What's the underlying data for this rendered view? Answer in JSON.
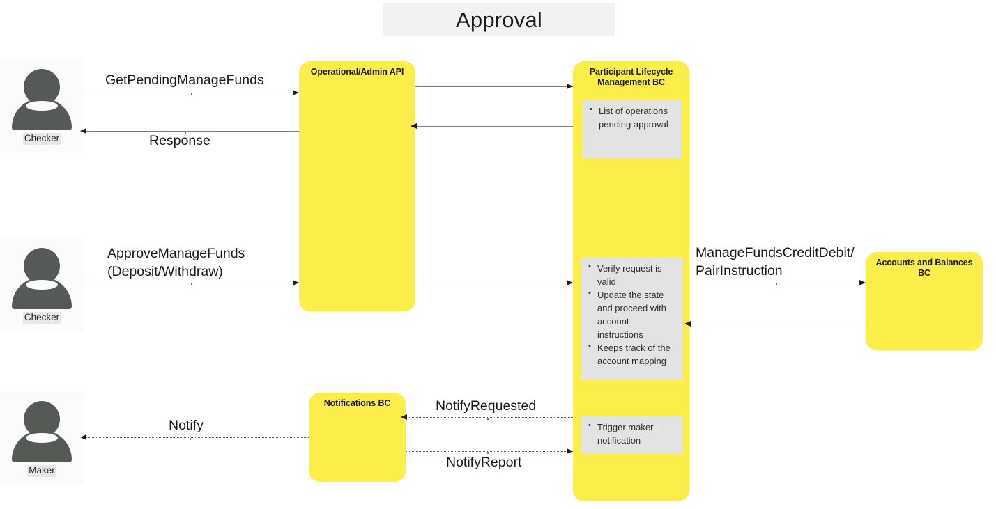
{
  "diagram": {
    "title": "Approval",
    "actors": [
      {
        "id": "checker-top",
        "label": "Checker"
      },
      {
        "id": "checker-mid",
        "label": "Checker"
      },
      {
        "id": "maker",
        "label": "Maker"
      }
    ],
    "components": [
      {
        "id": "operational-admin-api",
        "title": "Operational/Admin API"
      },
      {
        "id": "participant-lifecycle-management-bc",
        "title": "Participant Lifecycle\nManagement BC"
      },
      {
        "id": "notifications-bc",
        "title": "Notifications BC"
      },
      {
        "id": "accounts-and-balances-bc",
        "title": "Accounts and Balances\nBC"
      }
    ],
    "notes": [
      {
        "id": "note-pending-approval",
        "items": [
          "List of operations pending approval"
        ]
      },
      {
        "id": "note-verify-update",
        "items": [
          "Verify request is valid",
          "Update the state and proceed with account instructions",
          "Keeps track of the account mapping"
        ]
      },
      {
        "id": "note-trigger-maker",
        "items": [
          "Trigger maker notification"
        ]
      }
    ],
    "messages": [
      {
        "id": "get-pending-manage-funds",
        "label": "GetPendingManageFunds",
        "direction": "right",
        "style": "solid"
      },
      {
        "id": "response",
        "label": "Response",
        "direction": "left",
        "style": "solid"
      },
      {
        "id": "approve-manage-funds",
        "label": "ApproveManageFunds\n(Deposit/Withdraw)",
        "direction": "right",
        "style": "solid"
      },
      {
        "id": "manage-funds-credit-debit",
        "label": "ManageFundsCreditDebit/\nPairInstruction",
        "direction": "right",
        "style": "solid"
      },
      {
        "id": "notify-requested",
        "label": "NotifyRequested",
        "direction": "left",
        "style": "dotted"
      },
      {
        "id": "notify-report",
        "label": "NotifyReport",
        "direction": "right",
        "style": "dotted"
      },
      {
        "id": "notify",
        "label": "Notify",
        "direction": "left",
        "style": "dotted"
      }
    ],
    "colors": {
      "component_fill": "#fbee4b",
      "note_fill": "#e3e3e3",
      "actor_fill": "#565a56",
      "title_band": "#f2f2f2",
      "connector": "#7b7b7b"
    }
  }
}
